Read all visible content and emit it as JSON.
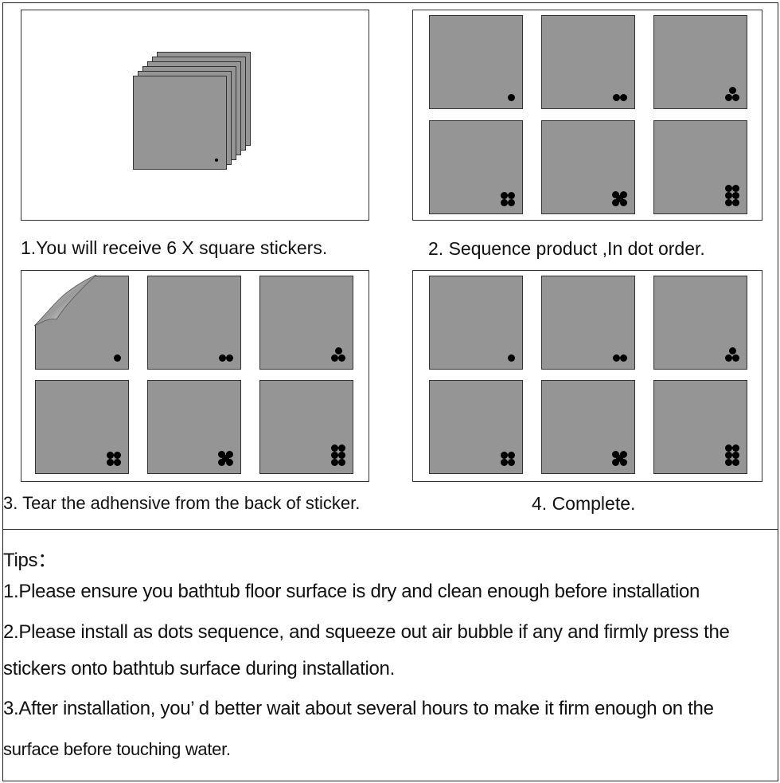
{
  "steps": [
    {
      "caption": "1.You will receive 6 X square stickers."
    },
    {
      "caption": "2. Sequence product ,In dot order."
    },
    {
      "caption": "3. Tear the adhensive from the back of sticker."
    },
    {
      "caption": "4. Complete."
    }
  ],
  "tips": {
    "heading": "Tips：",
    "lines": [
      "1.Please ensure you bathtub floor surface is dry and clean enough before installation",
      "2.Please install as dots sequence, and squeeze out air bubble if any and firmly press the",
      "stickers onto bathtub surface during installation.",
      "3.After installation, you’ d better wait about several hours to make it firm enough on the",
      "surface before touching water."
    ]
  },
  "sticker_dot_counts": [
    1,
    2,
    3,
    4,
    5,
    6
  ],
  "colors": {
    "tile": "#959595",
    "dot": "#000000",
    "border": "#333333"
  },
  "icons": {
    "peel": "peel-corner-icon"
  }
}
